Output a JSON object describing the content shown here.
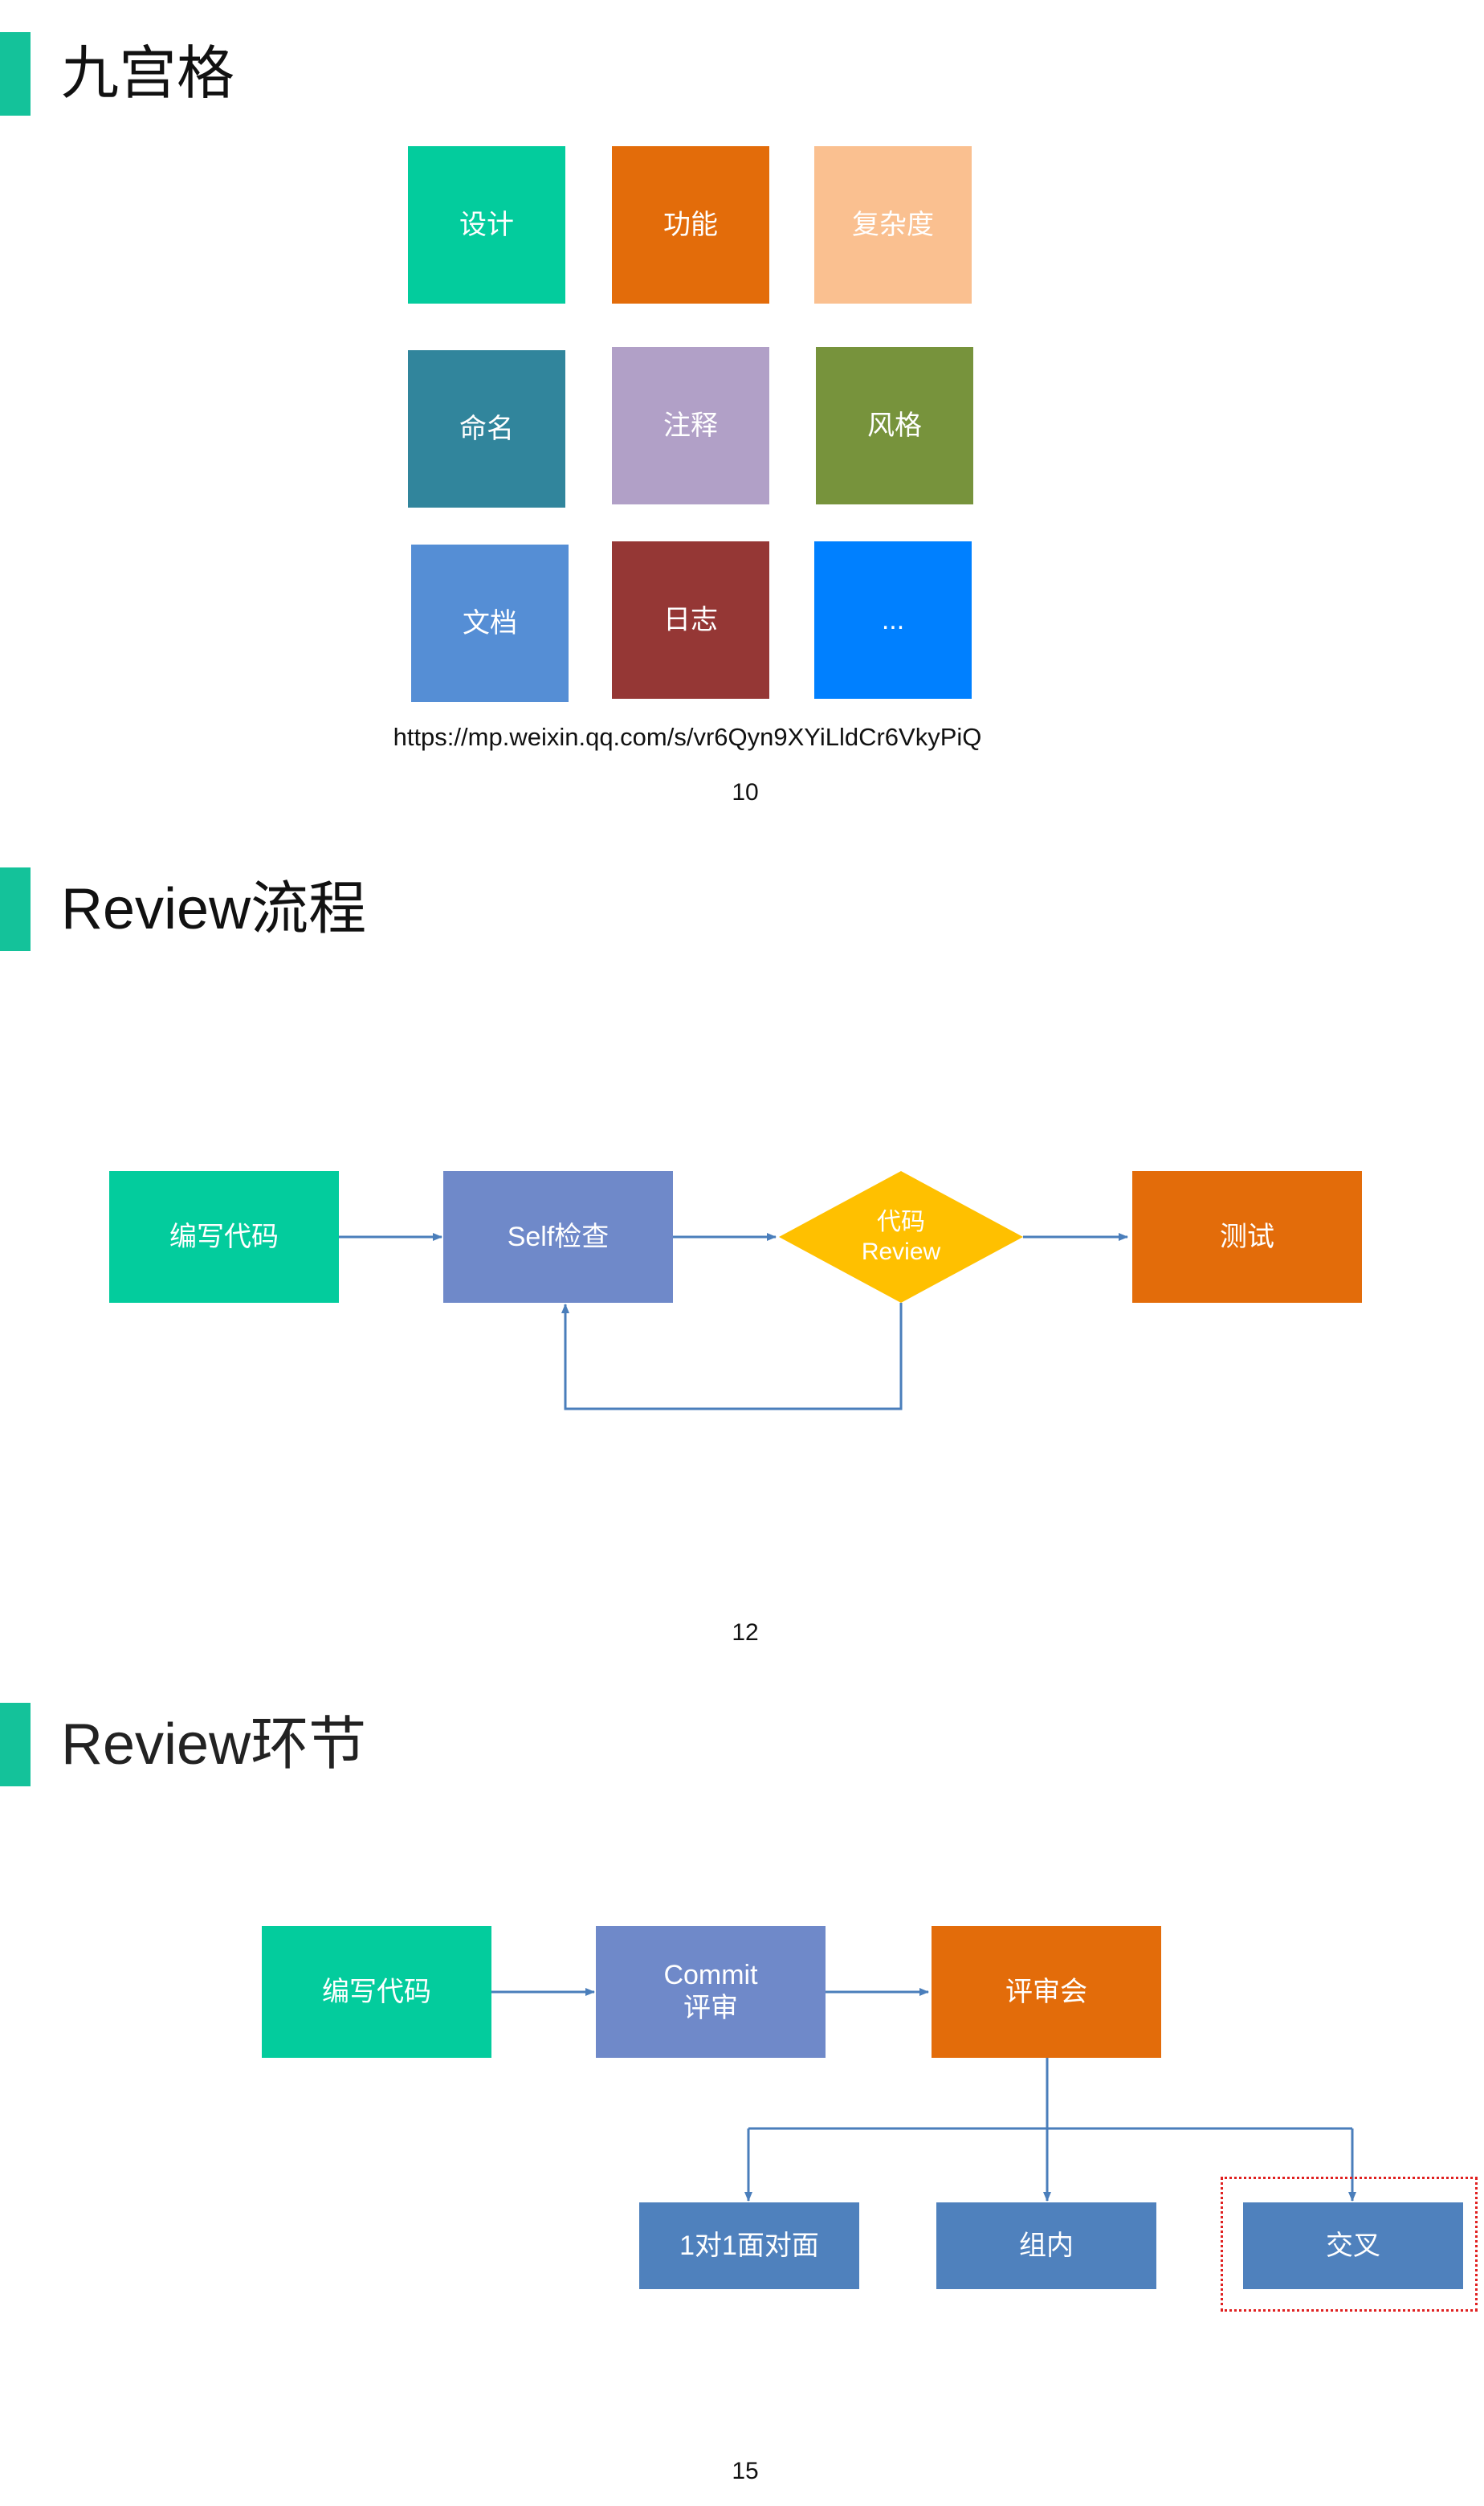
{
  "slide1": {
    "title": "九宫格",
    "grid": [
      {
        "label": "设计",
        "color": "#03cc9d"
      },
      {
        "label": "功能",
        "color": "#e36c0a"
      },
      {
        "label": "复杂度",
        "color": "#fac090"
      },
      {
        "label": "命名",
        "color": "#31859c"
      },
      {
        "label": "注释",
        "color": "#b1a0c7"
      },
      {
        "label": "风格",
        "color": "#77933c"
      },
      {
        "label": "文档",
        "color": "#558ed5"
      },
      {
        "label": "日志",
        "color": "#953735"
      },
      {
        "label": "...",
        "color": "#0080ff"
      }
    ],
    "url": "https://mp.weixin.qq.com/s/vr6Qyn9XYiLldCr6VkyPiQ",
    "page_number": "10"
  },
  "slide2": {
    "title": "Review流程",
    "nodes": {
      "write": {
        "label": "编写代码",
        "color": "#03cc9d"
      },
      "self": {
        "label": "Self检查",
        "color": "#6f89c9"
      },
      "review_line1": "代码",
      "review_line2": "Review",
      "review_color": "#ffc000",
      "test": {
        "label": "测试",
        "color": "#e36c0a"
      }
    },
    "arrow_color": "#4a7ebb",
    "page_number": "12"
  },
  "slide3": {
    "title": "Review环节",
    "nodes": {
      "write": {
        "label": "编写代码",
        "color": "#03cc9d"
      },
      "commit_line1": "Commit",
      "commit_line2": "评审",
      "commit_color": "#6f89c9",
      "meeting": {
        "label": "评审会",
        "color": "#e36c0a"
      },
      "one_on_one": {
        "label": "1对1面对面",
        "color": "#4f81bd"
      },
      "in_group": {
        "label": "组内",
        "color": "#4f81bd"
      },
      "cross": {
        "label": "交叉",
        "color": "#4f81bd"
      }
    },
    "highlight_color": "#e02020",
    "page_number": "15"
  }
}
